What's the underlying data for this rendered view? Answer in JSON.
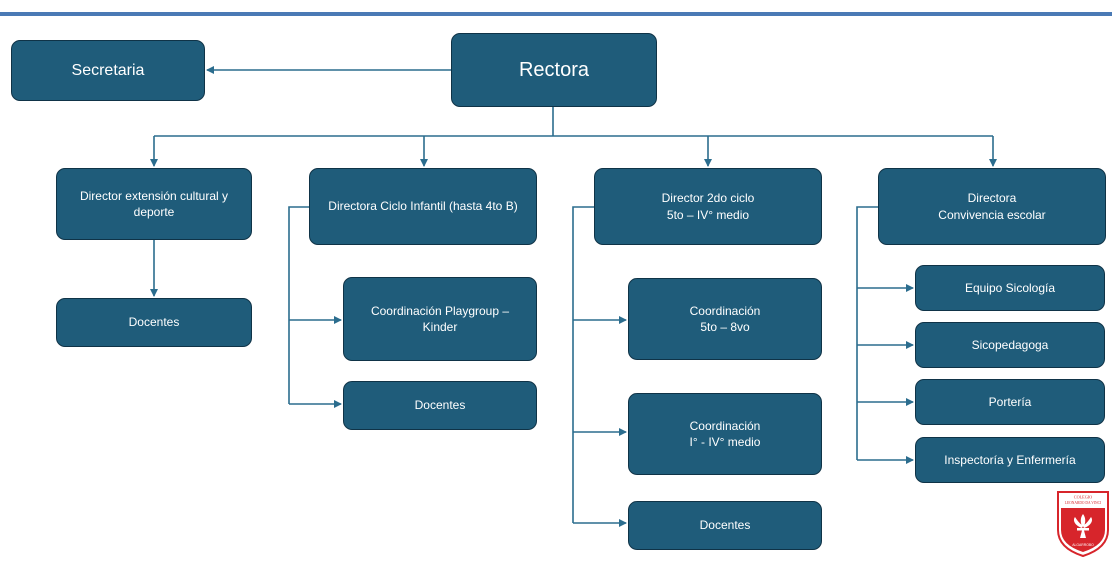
{
  "nodes": {
    "rectora": "Rectora",
    "secretaria": "Secretaria",
    "director_extension": "Director extensión cultural y deporte",
    "docentes_extension": "Docentes",
    "directora_infantil": "Directora Ciclo Infantil (hasta 4to B)",
    "coord_playgroup": "Coordinación Playgroup – Kinder",
    "docentes_infantil": "Docentes",
    "director_2do": "Director 2do ciclo\n5to  –  IV° medio",
    "coord_5to": "Coordinación\n5to  –  8vo",
    "coord_medio": "Coordinación\nI°  -  IV°  medio",
    "docentes_2do": "Docentes",
    "directora_convivencia": "Directora\nConvivencia escolar",
    "equipo_sicologia": "Equipo Sicología",
    "sicopedagoga": "Sicopedagoga",
    "porteria": "Portería",
    "inspectoria": "Inspectoría y Enfermería"
  },
  "logo": {
    "text_top": "COLEGIO",
    "text_name": "LEONARDO DA VINCI",
    "text_bottom": "ALGARROBO",
    "icon": "fleur-de-lis-icon",
    "colors": {
      "shield": "#d7252b",
      "border": "#ffffff"
    }
  },
  "colors": {
    "box_fill": "#1f5c7a",
    "connector": "#2b6d8e",
    "top_rule": "#4a7ab5"
  }
}
